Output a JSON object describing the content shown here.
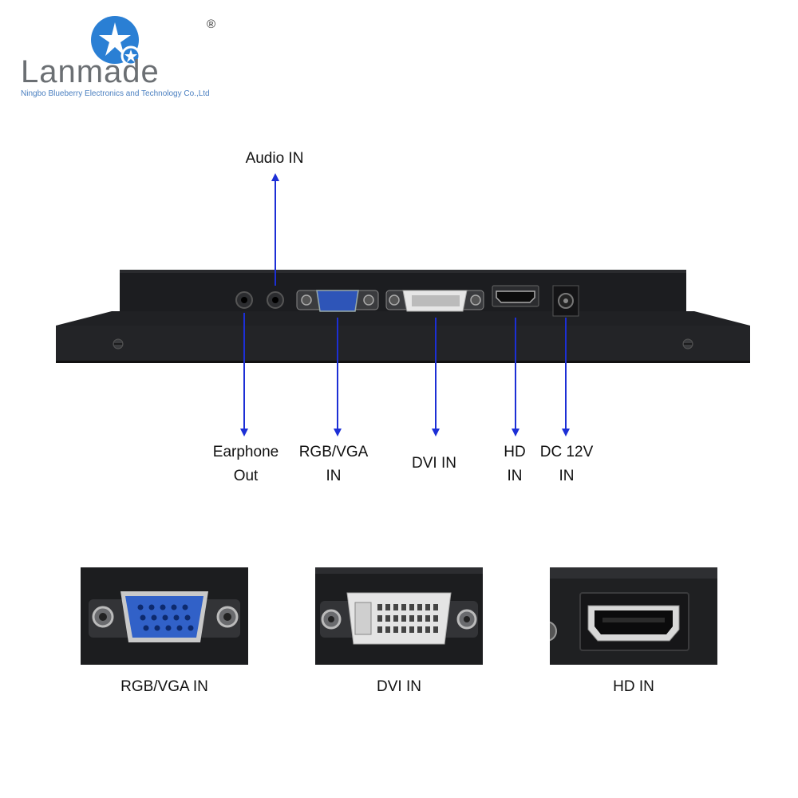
{
  "logo": {
    "brand": "Lanmade",
    "company": "Ningbo Blueberry Electronics and Technology Co.,Ltd",
    "registered_mark": "®",
    "colors": {
      "blue": "#2a7fd4",
      "grey": "#6b6f73"
    }
  },
  "diagram": {
    "arrow_color": "#1c2fd6",
    "labels": {
      "audio_in": "Audio IN",
      "earphone_out_line1": "Earphone",
      "earphone_out_line2": "Out",
      "rgb_vga_in_line1": "RGB/VGA",
      "rgb_vga_in_line2": "IN",
      "dvi_in": "DVI IN",
      "hd_in_line1": "HD",
      "hd_in_line2": "IN",
      "dc_in_line1": "DC 12V",
      "dc_in_line2": "IN"
    }
  },
  "closeups": [
    {
      "label": "RGB/VGA IN",
      "icon": "vga-port-icon"
    },
    {
      "label": "DVI IN",
      "icon": "dvi-port-icon"
    },
    {
      "label": "HD IN",
      "icon": "hdmi-port-icon"
    }
  ]
}
